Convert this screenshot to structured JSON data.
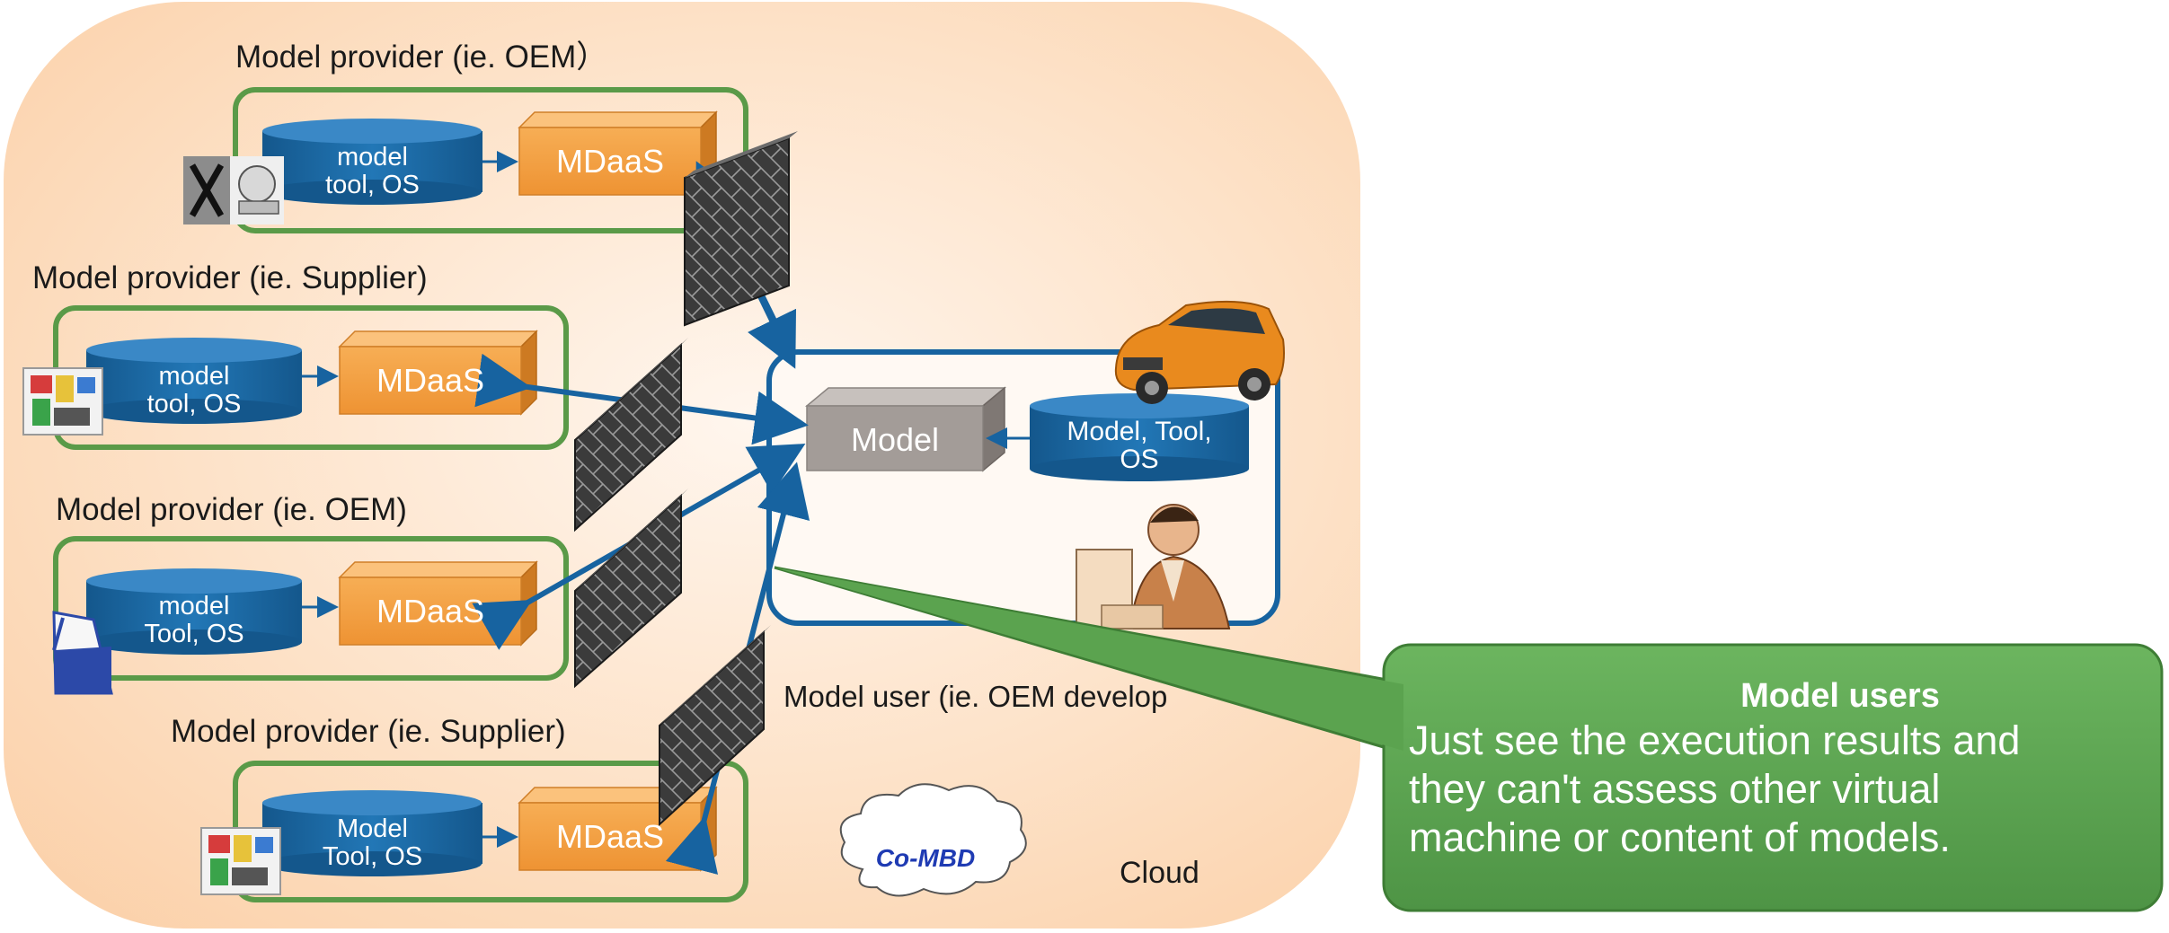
{
  "providers": [
    {
      "title": "Model provider (ie. OEM）",
      "cylinder": [
        "model",
        "tool, OS"
      ],
      "service": "MDaaS",
      "icon": "engine-icon"
    },
    {
      "title": "Model provider (ie. Supplier)",
      "cylinder": [
        "model",
        "tool, OS"
      ],
      "service": "MDaaS",
      "icon": "circuit-board-icon"
    },
    {
      "title": "Model provider (ie. OEM)",
      "cylinder": [
        "model",
        "Tool, OS"
      ],
      "service": "MDaaS",
      "icon": "blue-document-icon"
    },
    {
      "title": "Model provider (ie. Supplier)",
      "cylinder": [
        "Model",
        "Tool, OS"
      ],
      "service": "MDaaS",
      "icon": "circuit-board-icon"
    }
  ],
  "user": {
    "label": "Model user (ie. OEM develop",
    "model_box": "Model",
    "cylinder": [
      "Model, Tool,",
      "OS"
    ],
    "icons": [
      "car-icon",
      "person-at-computer-icon"
    ]
  },
  "callout": {
    "title": "Model users",
    "lines": [
      "Just see the execution results and",
      "they can't assess other virtual",
      "machine or content of models."
    ]
  },
  "cloud_badge": "Co-MBD",
  "cloud_label": "Cloud",
  "colors": {
    "cloud_fill": "#fbd3ae",
    "cloud_center": "#fff6ee",
    "provider_border": "#5a9a48",
    "cylinder_fill": "#1c6aa6",
    "service_fill": "#f3a042",
    "model_box_fill": "#a39c98",
    "arrow": "#1763a0",
    "firewall": "#3a3a3a",
    "callout_fill": "#5ba34f"
  }
}
